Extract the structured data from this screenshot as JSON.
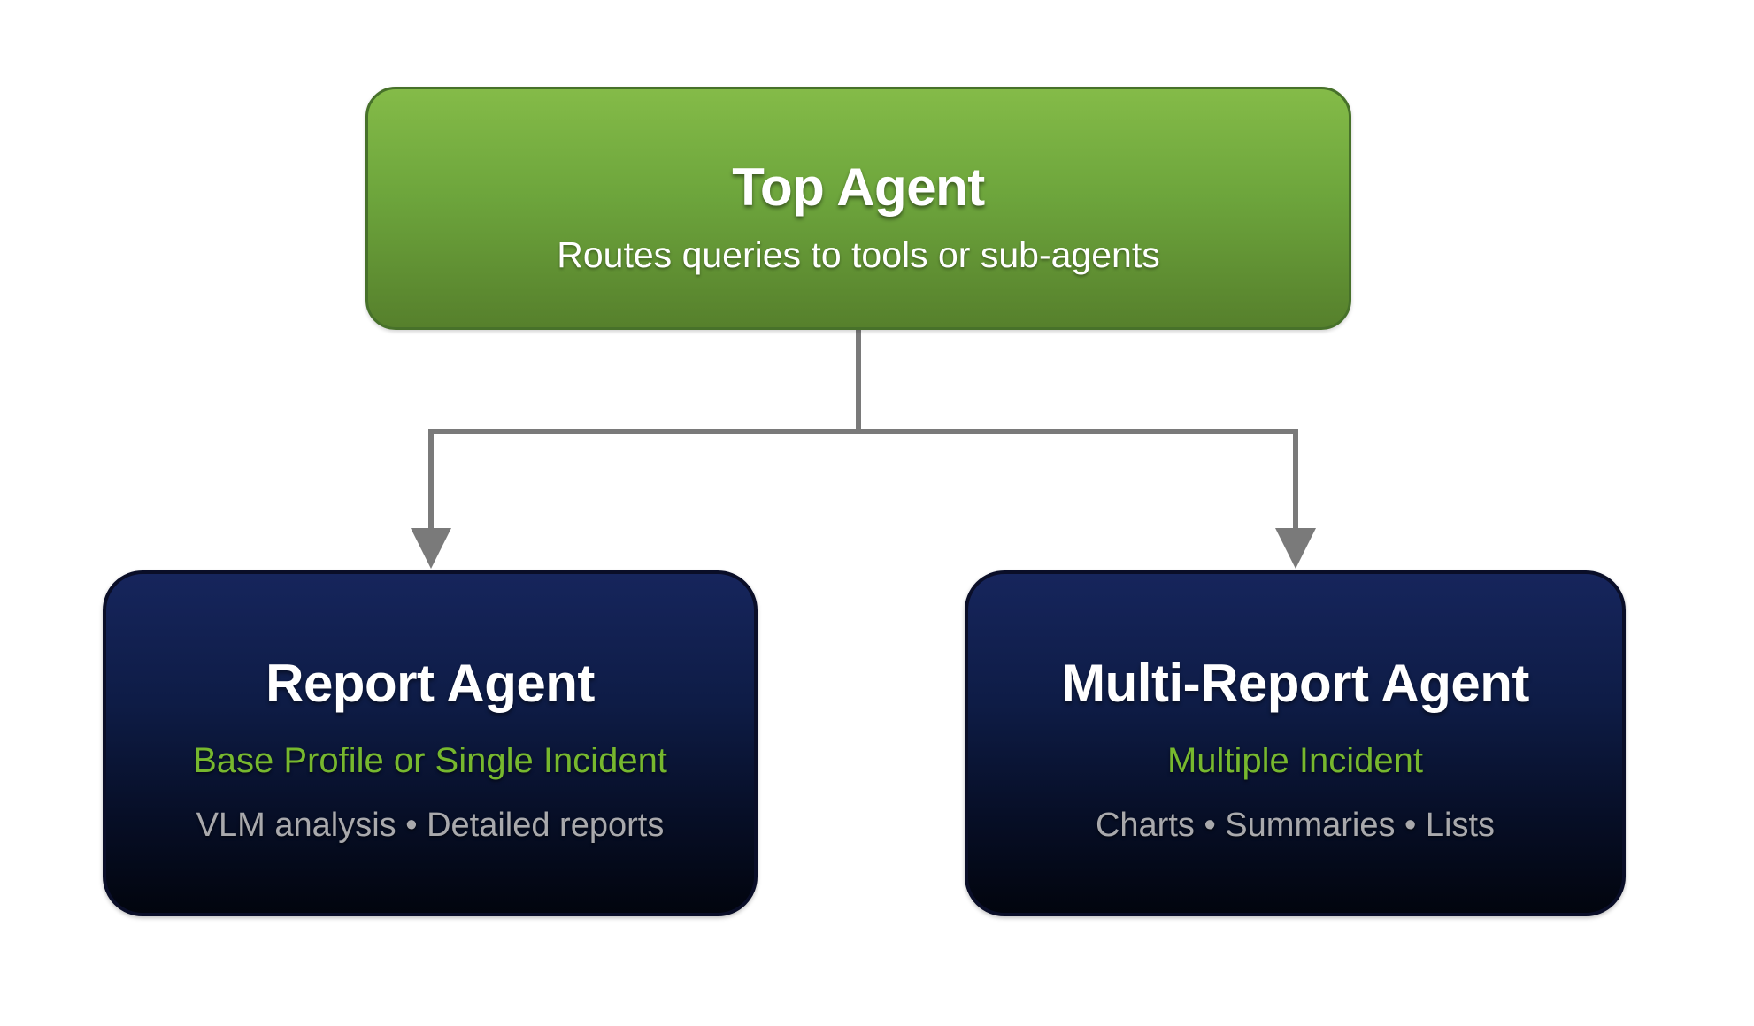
{
  "colors": {
    "background": "#ffffff",
    "top_box_green_top": "#84bb48",
    "top_box_green_bottom": "#56802c",
    "top_box_border": "#47712a",
    "sub_box_navy_top": "#16255c",
    "sub_box_navy_bottom": "#02050e",
    "sub_box_border": "#0a0e28",
    "title_text": "#ffffff",
    "accent_green_text": "#77b82e",
    "muted_gray_text": "#a9a9ac",
    "connector_gray": "#7a7a7a"
  },
  "nodes": {
    "top_agent": {
      "title": "Top Agent",
      "subtitle": "Routes queries to tools or sub-agents"
    },
    "report_agent": {
      "title": "Report Agent",
      "subtitle": "Base Profile or Single Incident",
      "details": "VLM analysis • Detailed reports"
    },
    "multi_report_agent": {
      "title": "Multi-Report Agent",
      "subtitle": "Multiple Incident",
      "details": "Charts • Summaries • Lists"
    }
  }
}
